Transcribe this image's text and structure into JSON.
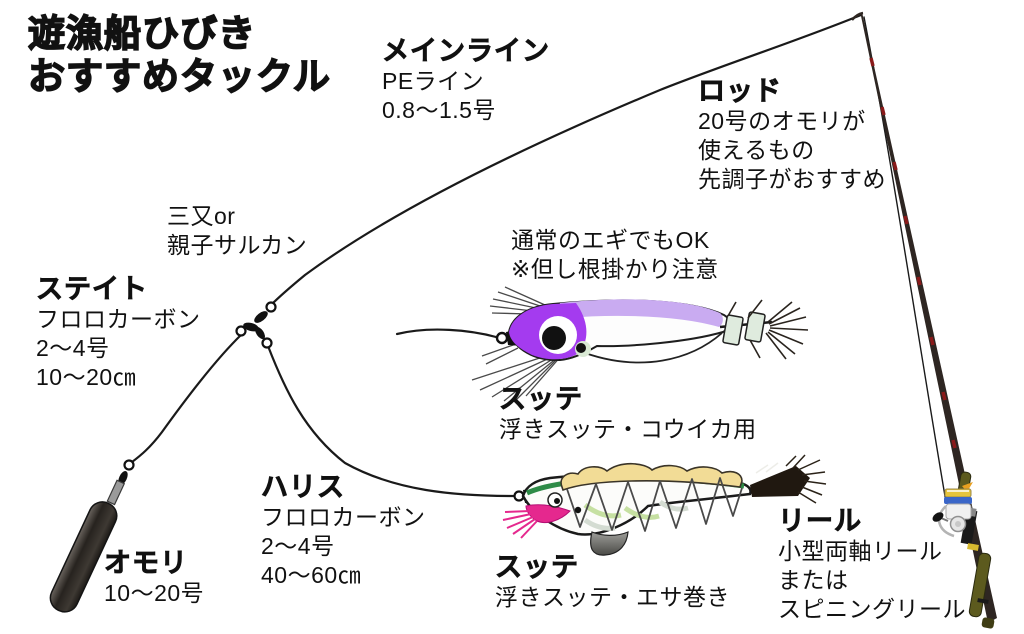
{
  "title": {
    "line1": "遊漁船ひびき",
    "line2": "おすすめタックル"
  },
  "labels": {
    "mainline": {
      "heading": "メインライン",
      "lines": [
        "PEライン",
        "0.8〜1.5号"
      ]
    },
    "rod": {
      "heading": "ロッド",
      "lines": [
        "20号のオモリが",
        "使えるもの",
        "先調子がおすすめ"
      ]
    },
    "swivel": {
      "lines": [
        "三又or",
        "親子サルカン"
      ]
    },
    "suteito": {
      "heading": "ステイト",
      "lines": [
        "フロロカーボン",
        "2〜4号",
        "10〜20㎝"
      ]
    },
    "egi_note": {
      "lines": [
        "通常のエギでもOK",
        "※但し根掛かり注意"
      ]
    },
    "sutte_top": {
      "heading": "スッテ",
      "lines": [
        "浮きスッテ・コウイカ用"
      ]
    },
    "harisu": {
      "heading": "ハリス",
      "lines": [
        "フロロカーボン",
        "2〜4号",
        "40〜60㎝"
      ]
    },
    "omori": {
      "heading": "オモリ",
      "lines": [
        "10〜20号"
      ]
    },
    "sutte_bottom": {
      "heading": "スッテ",
      "lines": [
        "浮きスッテ・エサ巻き"
      ]
    },
    "reel": {
      "heading": "リール",
      "lines": [
        "小型両軸リール",
        "または",
        "スピニングリール"
      ]
    }
  },
  "illustrations": {
    "rod": "fishing-rod-with-spinning-reel",
    "weight": "sinker-weight",
    "swivel": "three-way-swivel",
    "sutte_top": "floating-sutte-purple",
    "sutte_bottom": "bait-wrapped-sutte"
  },
  "colors": {
    "line": "#1A1A1A",
    "sutte_purple": "#A43BEF",
    "sutte_lavender": "#C9ABF1",
    "band_green": "#DFEBDE",
    "bait_tan": "#F2DC96",
    "jaw_pink": "#E5288E",
    "head_green": "#2E8B47",
    "pattern_green": "#C6E0A2",
    "weight_dark": "#312C28",
    "rod_dark": "#2E2622",
    "grip_olive": "#5C5A1E",
    "trim_yellow": "#D8B92F",
    "reel_blue": "#3A66C8",
    "reel_yellow": "#E5C43C",
    "guide_red": "#8A1A1A"
  }
}
